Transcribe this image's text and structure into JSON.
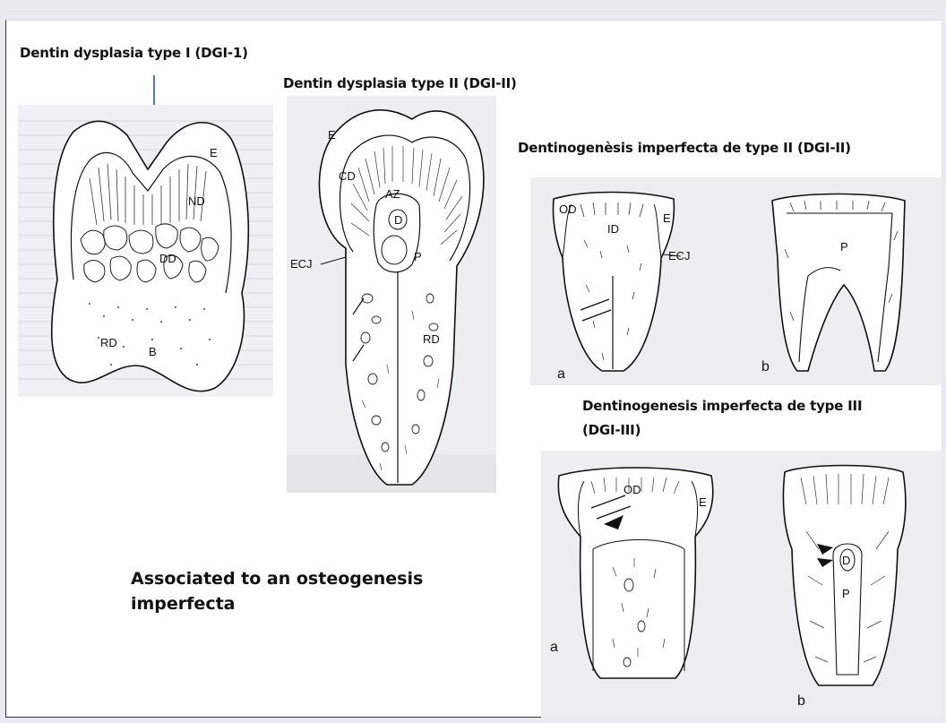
{
  "slide": {
    "captions": {
      "dd1": "Dentin dysplasia  type I (DGI-1)",
      "dd2": "Dentin dysplasia  type II (DGI-II)",
      "dgi2": "Dentinogenèsis imperfecta de type II (DGI-II)",
      "dgi3_line1": "Dentinogenesis imperfecta de type III",
      "dgi3_line2": "(DGI-III)"
    },
    "note_line1": "Associated to an osteogenesis",
    "note_line2": "imperfecta",
    "arrow_color": "#4f7fc0",
    "figures": {
      "dd1": {
        "labels": {
          "e": "E",
          "nd": "ND",
          "dd": "DD",
          "rd": "RD",
          "b": "B"
        }
      },
      "dd2": {
        "labels": {
          "e": "E",
          "cd": "CD",
          "az": "AZ",
          "d": "D",
          "p": "P",
          "ecj": "ECJ",
          "rd": "RD"
        }
      },
      "dgi2": {
        "labels": {
          "od": "OD",
          "id": "ID",
          "e": "E",
          "ecj": "ECJ",
          "p": "P",
          "a": "a",
          "b": "b"
        }
      },
      "dgi3": {
        "labels": {
          "od": "OD",
          "e": "E",
          "d": "D",
          "p": "P",
          "a": "a",
          "b": "b"
        }
      }
    }
  }
}
